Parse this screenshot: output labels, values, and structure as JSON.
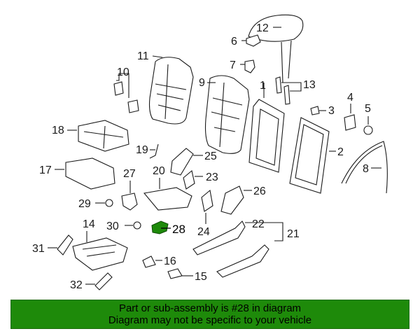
{
  "colors": {
    "highlight": "#1e8a0a",
    "banner_bg": "#1e8a0a",
    "line": "#1a1a1a"
  },
  "callouts": {
    "c1": "1",
    "c2": "2",
    "c3": "3",
    "c4": "4",
    "c5": "5",
    "c6": "6",
    "c7": "7",
    "c8": "8",
    "c9": "9",
    "c10": "10",
    "c11": "11",
    "c12": "12",
    "c13": "13",
    "c14": "14",
    "c15": "15",
    "c16": "16",
    "c17": "17",
    "c18": "18",
    "c19": "19",
    "c20": "20",
    "c21": "21",
    "c22": "22",
    "c23": "23",
    "c24": "24",
    "c25": "25",
    "c26": "26",
    "c27": "27",
    "c28": "28",
    "c29": "29",
    "c30": "30",
    "c31": "31",
    "c32": "32"
  },
  "banner": {
    "line1": "Part or sub-assembly is #28 in diagram",
    "line2": "Diagram may not be specific to your vehicle"
  }
}
